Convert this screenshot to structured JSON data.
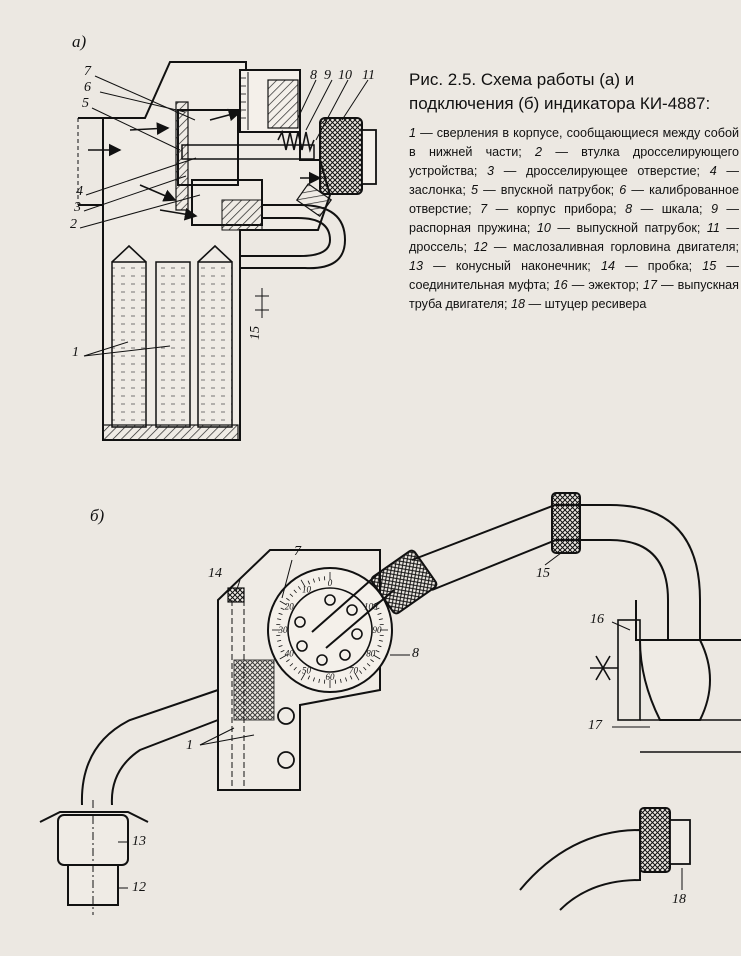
{
  "figure": {
    "panel_a": "а)",
    "panel_b": "б)",
    "caption_title": "Рис. 2.5. Схема  работы (а) и подключения (б) индикатора КИ-4887:",
    "legend": [
      {
        "num": "1",
        "text": "сверления в корпусе, сообщающиеся между собой в нижней части;"
      },
      {
        "num": "2",
        "text": "втулка дросселирующего устройства;"
      },
      {
        "num": "3",
        "text": "дросселирующее отверстие;"
      },
      {
        "num": "4",
        "text": "заслонка;"
      },
      {
        "num": "5",
        "text": "впускной патрубок;"
      },
      {
        "num": "6",
        "text": "калиброванное отверстие;"
      },
      {
        "num": "7",
        "text": "корпус прибора;"
      },
      {
        "num": "8",
        "text": "шкала;"
      },
      {
        "num": "9",
        "text": "распорная пружина;"
      },
      {
        "num": "10",
        "text": "выпускной патрубок;"
      },
      {
        "num": "11",
        "text": "дроссель;"
      },
      {
        "num": "12",
        "text": "маслозаливная горловина двигателя;"
      },
      {
        "num": "13",
        "text": "конусный наконечник;"
      },
      {
        "num": "14",
        "text": "пробка;"
      },
      {
        "num": "15",
        "text": "соединительная муфта;"
      },
      {
        "num": "16",
        "text": "эжектор;"
      },
      {
        "num": "17",
        "text": "выпускная труба двигателя;"
      },
      {
        "num": "18",
        "text": "штуцер ресивера"
      }
    ],
    "callouts_a": {
      "c1": "1",
      "c2": "2",
      "c3": "3",
      "c4": "4",
      "c5": "5",
      "c6": "6",
      "c7": "7",
      "c8": "8",
      "c9": "9",
      "c10": "10",
      "c11": "11",
      "c15": "15"
    },
    "callouts_b": {
      "c1": "1",
      "c7": "7",
      "c8": "8",
      "c12": "12",
      "c13": "13",
      "c14": "14",
      "c15": "15",
      "c16": "16",
      "c17": "17",
      "c18": "18"
    },
    "dial_scale": [
      "0",
      "10",
      "20",
      "30",
      "40",
      "50",
      "60",
      "70",
      "80",
      "90",
      "100"
    ]
  }
}
